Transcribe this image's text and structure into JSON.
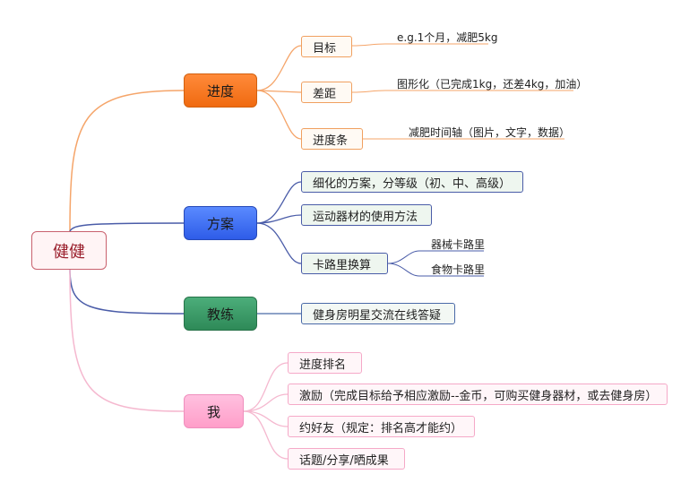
{
  "root": {
    "label": "健健"
  },
  "branches": {
    "progress": {
      "label": "进度",
      "items": [
        {
          "label": "目标",
          "note": "e.g.1个月，减肥5kg"
        },
        {
          "label": "差距",
          "note": "图形化（已完成1kg，还差4kg，加油）"
        },
        {
          "label": "进度条",
          "note": "减肥时间轴（图片，文字，数据）"
        }
      ]
    },
    "plan": {
      "label": "方案",
      "items": [
        {
          "label": "细化的方案，分等级（初、中、高级）"
        },
        {
          "label": "运动器材的使用方法"
        },
        {
          "label": "卡路里换算",
          "children": [
            "器械卡路里",
            "食物卡路里"
          ]
        }
      ]
    },
    "coach": {
      "label": "教练",
      "items": [
        {
          "label": "健身房明星交流在线答疑"
        }
      ]
    },
    "me": {
      "label": "我",
      "items": [
        {
          "label": "进度排名"
        },
        {
          "label": "激励（完成目标给予相应激励--金币，可购买健身器材，或去健身房）"
        },
        {
          "label": "约好友（规定：排名高才能约）"
        },
        {
          "label": "话题/分享/晒成果"
        }
      ]
    }
  },
  "colors": {
    "progress": "#f07020",
    "plan": "#2e4fb8",
    "coach": "#2e8a58",
    "me": "#f4a6c6",
    "root_border": "#c9616e"
  }
}
